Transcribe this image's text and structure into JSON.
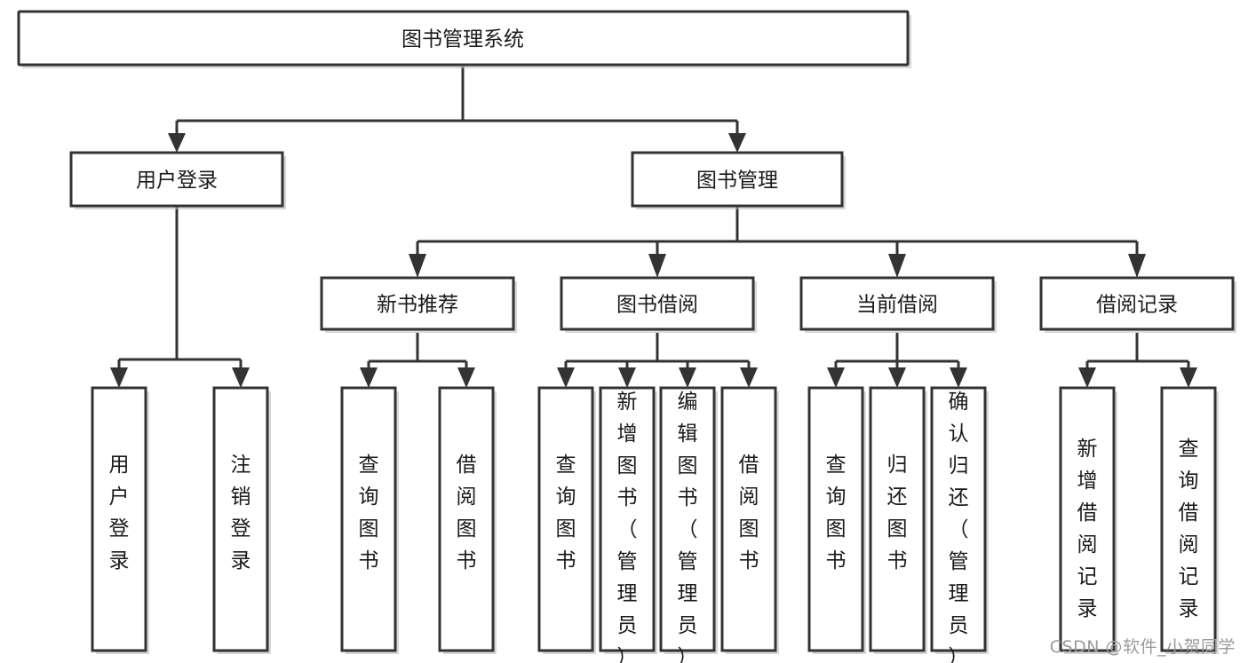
{
  "diagram": {
    "type": "tree-hierarchy",
    "title": "图书管理系统",
    "orientation": "top-down",
    "colors": {
      "stroke": "#333333",
      "fill": "#ffffff",
      "text": "#1a1a1a",
      "watermark": "#9a9a9a"
    },
    "root": {
      "label": "图书管理系统"
    },
    "level2": [
      {
        "label": "用户登录"
      },
      {
        "label": "图书管理"
      }
    ],
    "level3": [
      {
        "label": "新书推荐"
      },
      {
        "label": "图书借阅"
      },
      {
        "label": "当前借阅"
      },
      {
        "label": "借阅记录"
      }
    ],
    "leaves": {
      "user_login": [
        {
          "label": "用户登录"
        },
        {
          "label": "注销登录"
        }
      ],
      "new_book_recommend": [
        {
          "label": "查询图书"
        },
        {
          "label": "借阅图书"
        }
      ],
      "book_borrow": [
        {
          "label": "查询图书"
        },
        {
          "label": "新增图书（管理员）"
        },
        {
          "label": "编辑图书（管理员）"
        },
        {
          "label": "借阅图书"
        }
      ],
      "current_borrow": [
        {
          "label": "查询图书"
        },
        {
          "label": "归还图书"
        },
        {
          "label": "确认归还（管理员）"
        }
      ],
      "borrow_record": [
        {
          "label": "新增借阅记录"
        },
        {
          "label": "查询借阅记录"
        }
      ]
    }
  },
  "watermark": {
    "text": "CSDN @软件_小贺同学"
  }
}
